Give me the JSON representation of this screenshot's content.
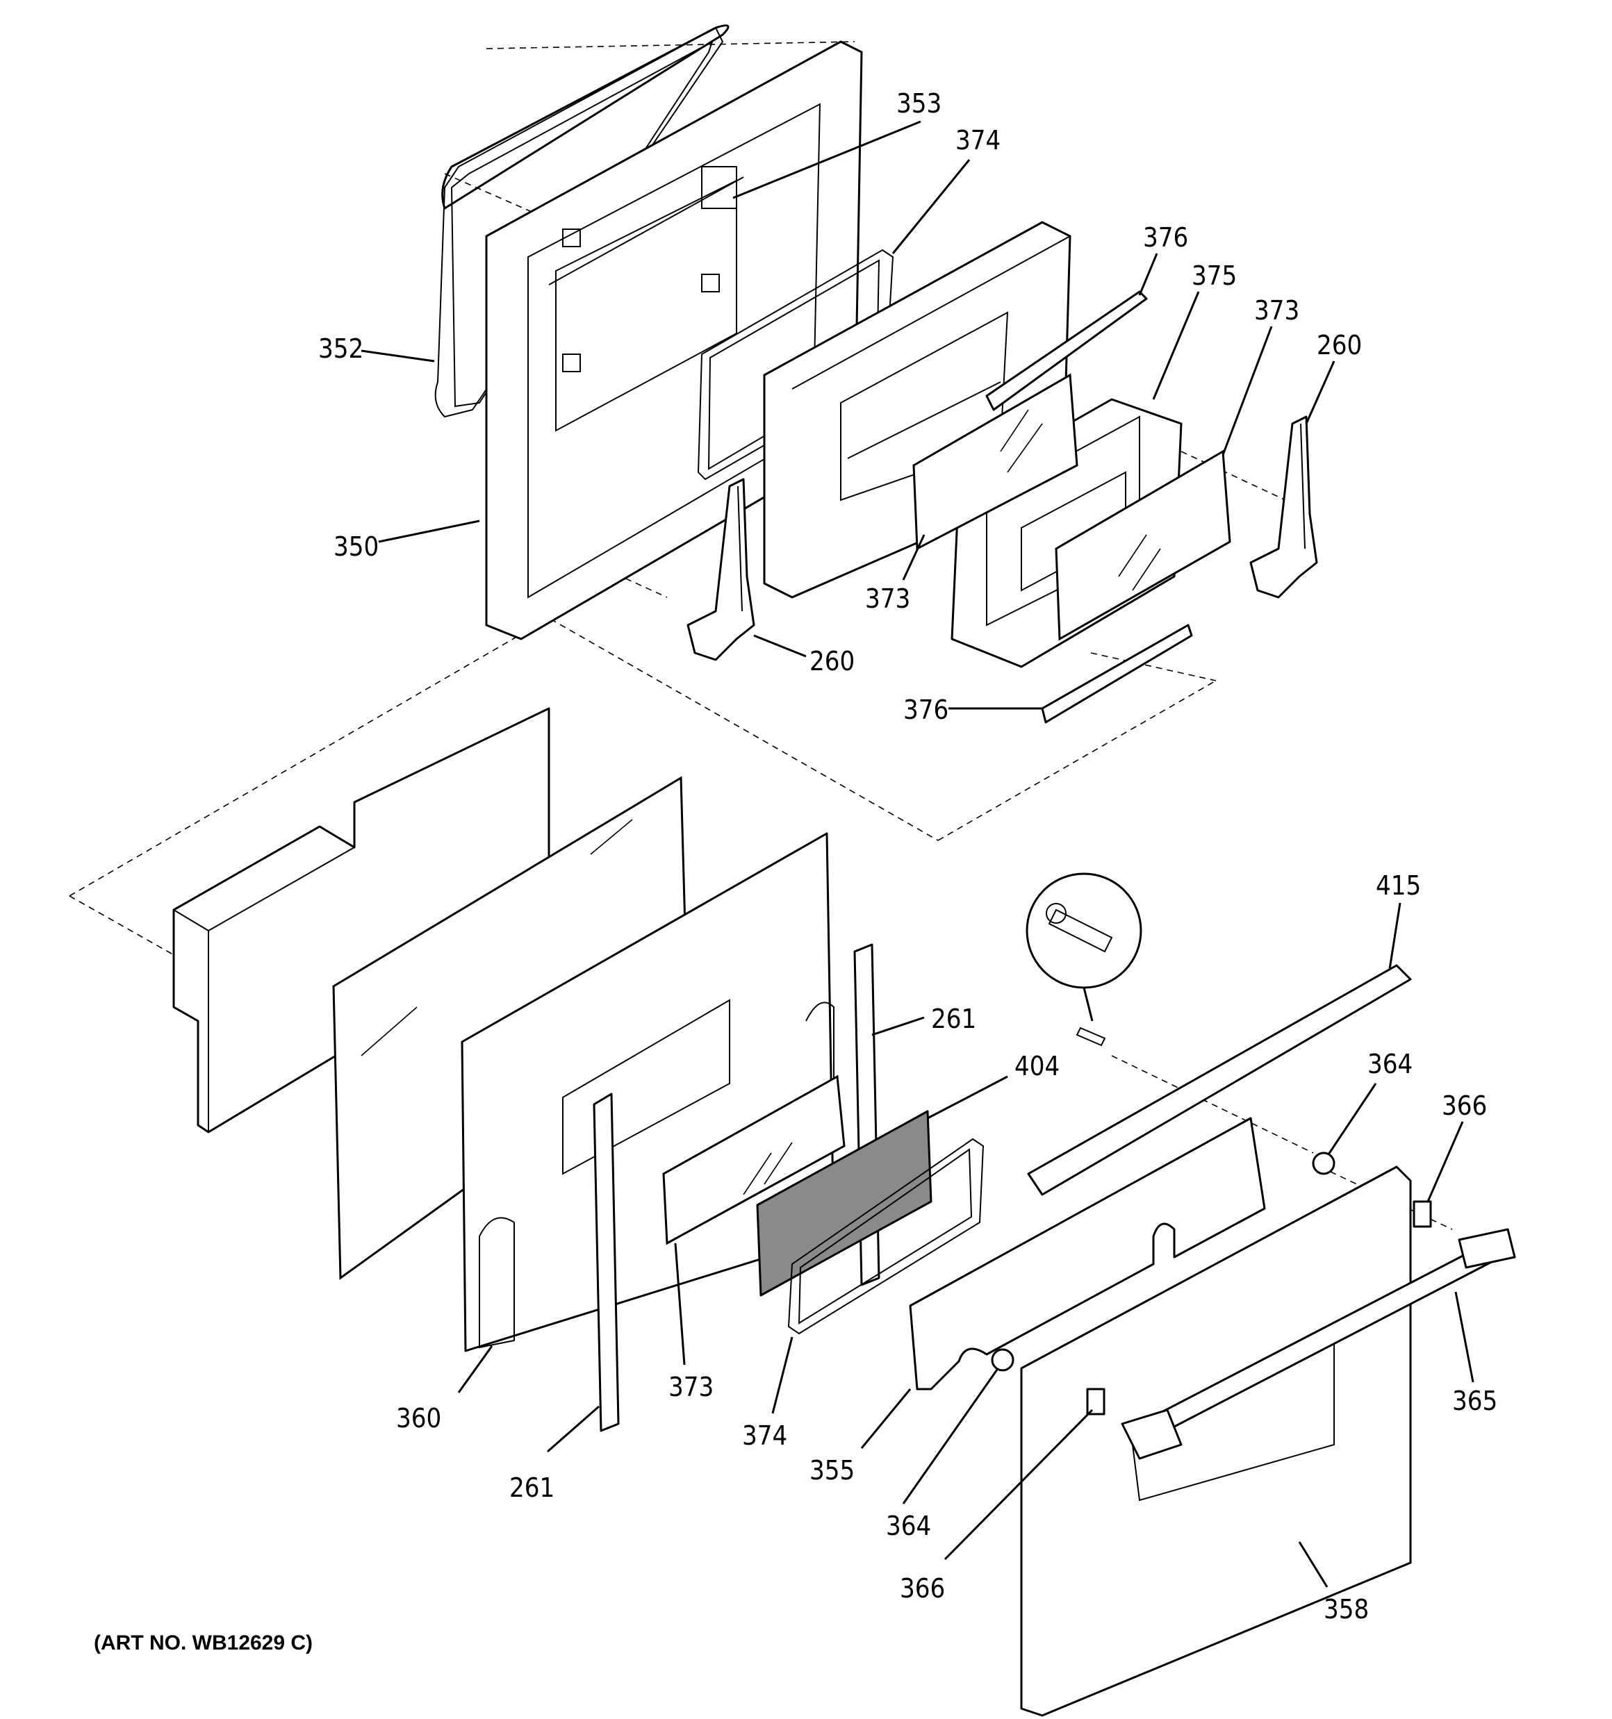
{
  "art_number": "(ART NO. WB12629 C)",
  "callouts": [
    {
      "id": "c353",
      "text": "353"
    },
    {
      "id": "c374a",
      "text": "374"
    },
    {
      "id": "c376a",
      "text": "376"
    },
    {
      "id": "c375",
      "text": "375"
    },
    {
      "id": "c373a",
      "text": "373"
    },
    {
      "id": "c260a",
      "text": "260"
    },
    {
      "id": "c352",
      "text": "352"
    },
    {
      "id": "c350",
      "text": "350"
    },
    {
      "id": "c373b",
      "text": "373"
    },
    {
      "id": "c260b",
      "text": "260"
    },
    {
      "id": "c376b",
      "text": "376"
    },
    {
      "id": "c415",
      "text": "415"
    },
    {
      "id": "c261a",
      "text": "261"
    },
    {
      "id": "c404",
      "text": "404"
    },
    {
      "id": "c364a",
      "text": "364"
    },
    {
      "id": "c366a",
      "text": "366"
    },
    {
      "id": "c365",
      "text": "365"
    },
    {
      "id": "c360",
      "text": "360"
    },
    {
      "id": "c373c",
      "text": "373"
    },
    {
      "id": "c374b",
      "text": "374"
    },
    {
      "id": "c355",
      "text": "355"
    },
    {
      "id": "c364b",
      "text": "364"
    },
    {
      "id": "c261b",
      "text": "261"
    },
    {
      "id": "c366b",
      "text": "366"
    },
    {
      "id": "c358",
      "text": "358"
    }
  ]
}
